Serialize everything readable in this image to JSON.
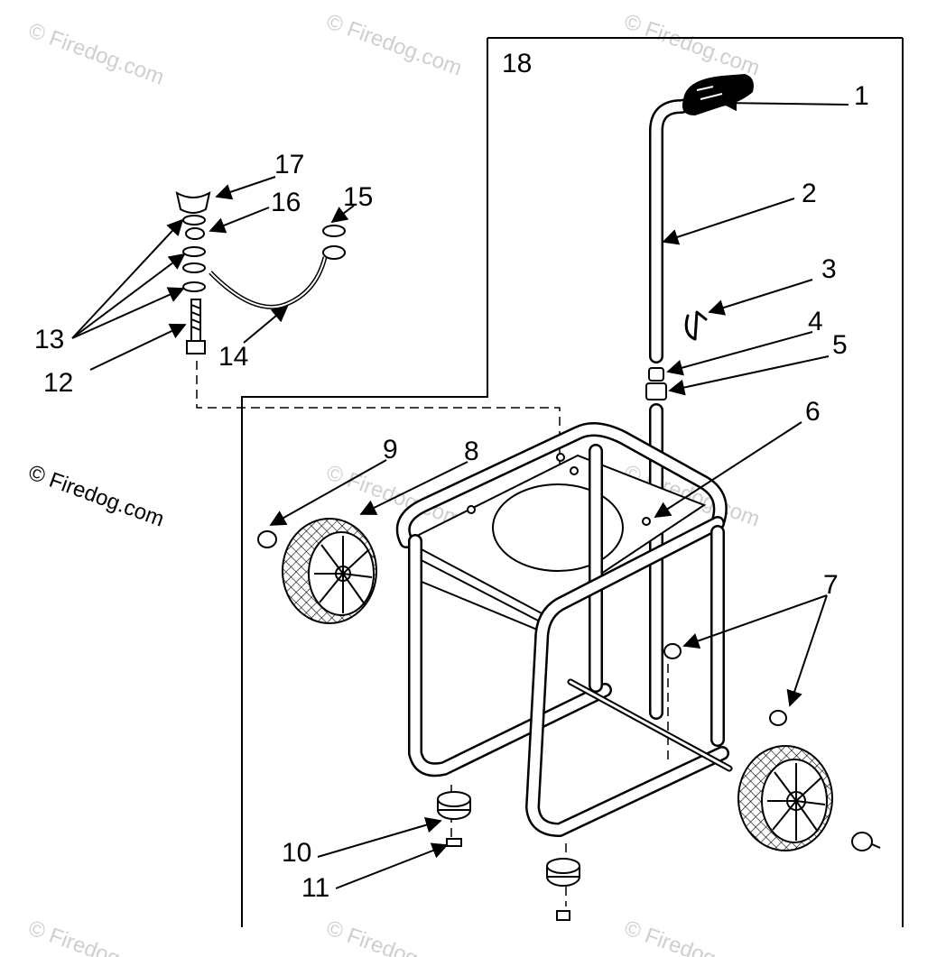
{
  "watermark": {
    "text": "© Firedog.com"
  },
  "assembly_label": "18",
  "callouts": [
    {
      "id": "1",
      "text": "1"
    },
    {
      "id": "2",
      "text": "2"
    },
    {
      "id": "3",
      "text": "3"
    },
    {
      "id": "4",
      "text": "4"
    },
    {
      "id": "5",
      "text": "5"
    },
    {
      "id": "6",
      "text": "6"
    },
    {
      "id": "7",
      "text": "7"
    },
    {
      "id": "8",
      "text": "8"
    },
    {
      "id": "9",
      "text": "9"
    },
    {
      "id": "10",
      "text": "10"
    },
    {
      "id": "11",
      "text": "11"
    },
    {
      "id": "12",
      "text": "12"
    },
    {
      "id": "13",
      "text": "13"
    },
    {
      "id": "14",
      "text": "14"
    },
    {
      "id": "15",
      "text": "15"
    },
    {
      "id": "16",
      "text": "16"
    },
    {
      "id": "17",
      "text": "17"
    }
  ]
}
